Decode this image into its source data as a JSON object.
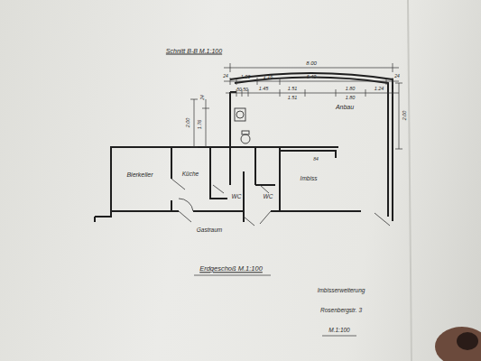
{
  "diagram": {
    "title": "Schnitt B-B M.1:100",
    "nodes": [
      {
        "text": [
          "Bierkeller"
        ]
      },
      {
        "text": [
          "Küche"
        ]
      },
      {
        "text": [
          "WC"
        ]
      },
      {
        "text": [
          "WC"
        ]
      },
      {
        "text": [
          "Imbiss"
        ]
      },
      {
        "text": [
          "Anbau"
        ]
      }
    ],
    "labels": [
      "8.00",
      "24",
      "1.00",
      "1.16",
      "6.40",
      "24",
      "50",
      "50",
      "1.45",
      "1.51",
      "1.80",
      "1.24",
      "1.51",
      "1.80",
      "2.00",
      "1.76",
      "24",
      "2.00",
      "84",
      "Gastraum",
      "Erdgeschoß M.1:100",
      "Imbisserweiterung",
      "Rosenbergstr. 3",
      "M.1:100"
    ]
  }
}
